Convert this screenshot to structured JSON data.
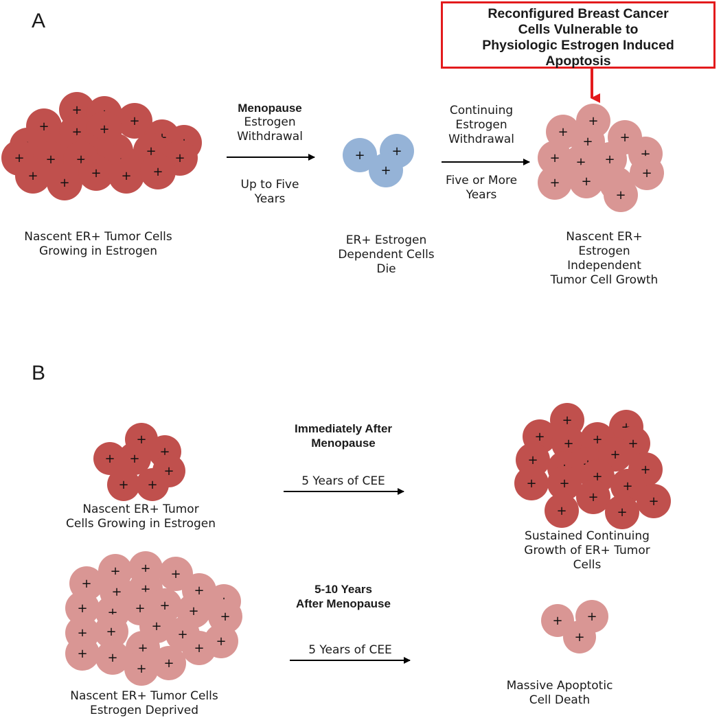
{
  "panels": {
    "a": "A",
    "b": "B"
  },
  "callout": {
    "line1": "Reconfigured Breast Cancer",
    "line2": "Cells Vulnerable to",
    "line3": "Physiologic Estrogen Induced",
    "line4": "Apoptosis"
  },
  "panel_a": {
    "cluster1_caption": [
      "Nascent ER+ Tumor Cells",
      "Growing in Estrogen"
    ],
    "arrow1_top": [
      "Menopause",
      "Estrogen",
      "Withdrawal"
    ],
    "arrow1_bottom": [
      "Up to Five",
      "Years"
    ],
    "cluster2_caption": [
      "ER+ Estrogen",
      "Dependent Cells",
      "Die"
    ],
    "arrow2_top": [
      "Continuing",
      "Estrogen",
      "Withdrawal"
    ],
    "arrow2_bottom": [
      "Five or More",
      "Years"
    ],
    "cluster3_caption": [
      "Nascent ER+",
      "Estrogen",
      "Independent",
      "Tumor Cell Growth"
    ]
  },
  "panel_b": {
    "row1_title": [
      "Immediately After",
      "Menopause"
    ],
    "row1_arrow": "5 Years of CEE",
    "row1_left_caption": [
      "Nascent ER+ Tumor",
      "Cells Growing in Estrogen"
    ],
    "row1_right_caption": [
      "Sustained Continuing",
      "Growth of ER+ Tumor",
      "Cells"
    ],
    "row2_title": [
      "5-10 Years",
      "After Menopause"
    ],
    "row2_arrow": "5 Years of CEE",
    "row2_left_caption": [
      "Nascent ER+ Tumor Cells",
      "Estrogen Deprived"
    ],
    "row2_right_caption": [
      "Massive Apoptotic",
      "Cell Death"
    ]
  },
  "cell_symbol": "+",
  "colors": {
    "dependent_cell": "#c0504d",
    "independent_cell": "#d99694",
    "dying_cell": "#95b3d7",
    "callout_border": "#e31a1c",
    "arrow": "#000000"
  }
}
